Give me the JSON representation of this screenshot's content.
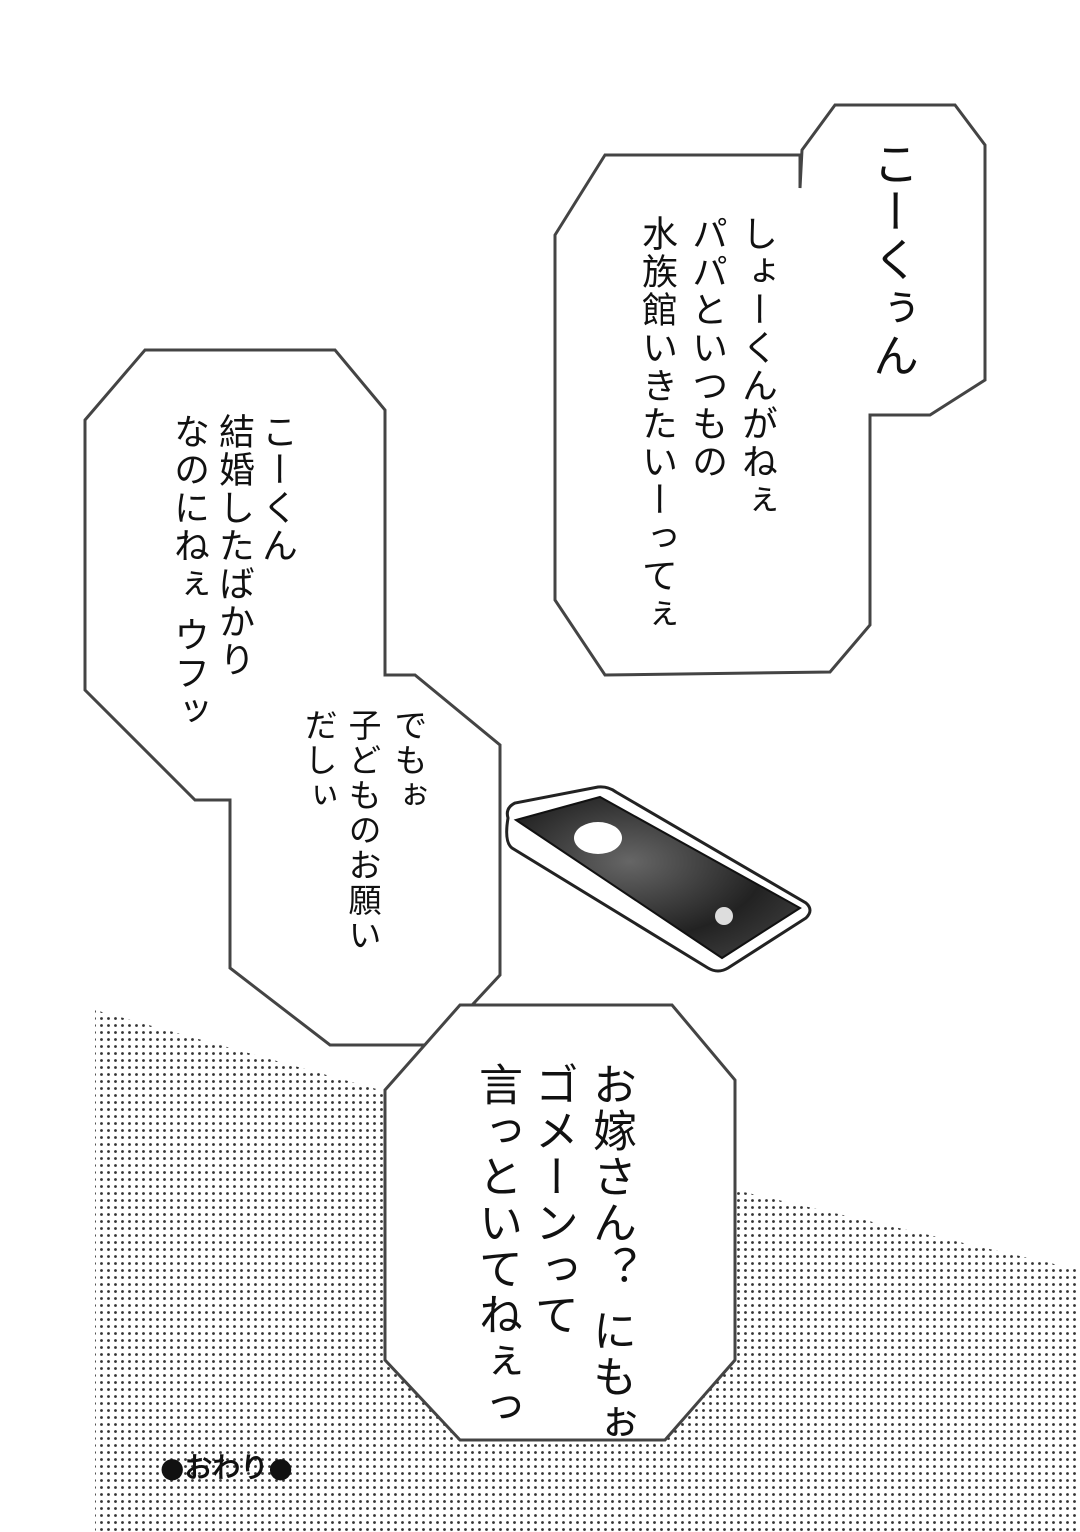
{
  "bubbles": [
    {
      "lines": [
        "こーくぅん",
        "しょーくんがねぇ",
        "パパといつもの",
        "水族館いきたいーってぇ"
      ]
    },
    {
      "lines": [
        "こーくん",
        "結婚したばかり",
        "なのにねぇ ウフッ"
      ]
    },
    {
      "lines": [
        "でもぉ",
        "子どものお願い",
        "だしぃ"
      ]
    },
    {
      "lines": [
        "お嫁さん？ にもぉ",
        "ゴメーンって",
        "言っといてねぇっ"
      ]
    }
  ],
  "end_mark": "●おわり●",
  "colors": {
    "ink": "#111111",
    "paper": "#ffffff",
    "screen": "#2a2a2a"
  }
}
